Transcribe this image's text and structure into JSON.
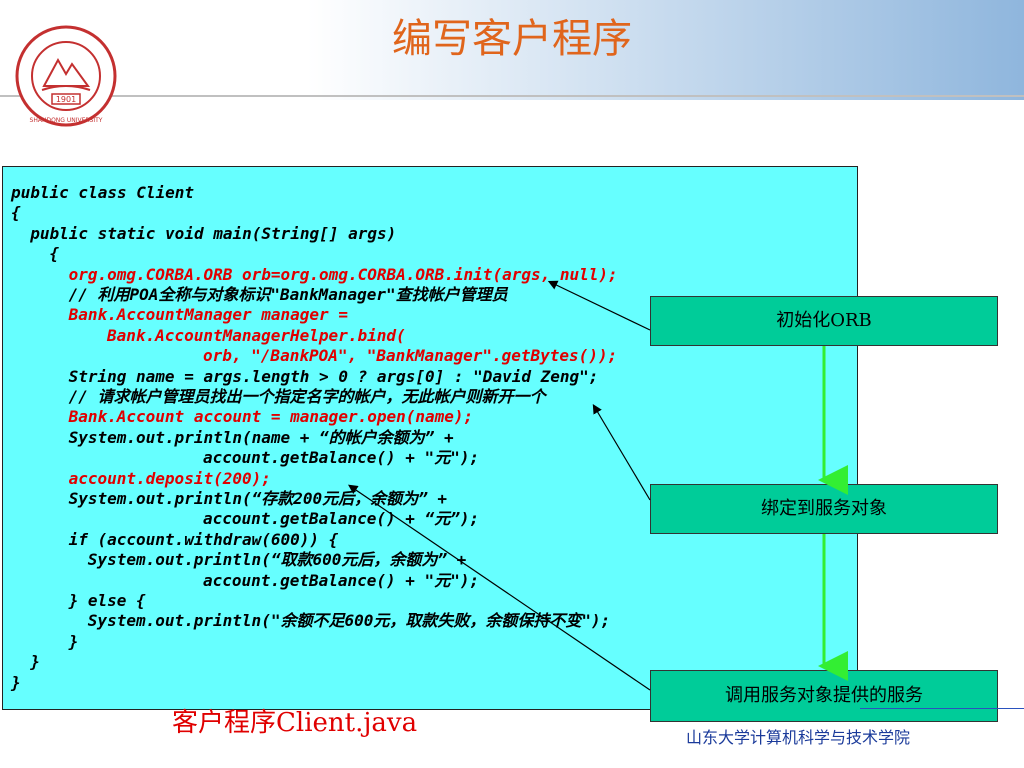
{
  "title": "编写客户程序",
  "logo": {
    "text": "1901",
    "ring_text": "SHANDONG UNIVERSITY"
  },
  "code": [
    {
      "text": "public class Client",
      "indent": 0,
      "red": false
    },
    {
      "text": "{",
      "indent": 0,
      "red": false
    },
    {
      "text": "public static void main(String[] args)",
      "indent": 2,
      "red": false
    },
    {
      "text": "{",
      "indent": 4,
      "red": false
    },
    {
      "text": "org.omg.CORBA.ORB orb=org.omg.CORBA.ORB.init(args, null);",
      "indent": 6,
      "red": true
    },
    {
      "text": "// 利用POA全称与对象标识\"BankManager\"查找帐户管理员",
      "indent": 6,
      "red": false
    },
    {
      "text": "Bank.AccountManager manager =",
      "indent": 6,
      "red": true
    },
    {
      "text": "Bank.AccountManagerHelper.bind(",
      "indent": 10,
      "red": true
    },
    {
      "text": "orb, \"/BankPOA\", \"BankManager\".getBytes());",
      "indent": 20,
      "red": true
    },
    {
      "text": "String name = args.length > 0 ? args[0] : \"David Zeng\";",
      "indent": 6,
      "red": false
    },
    {
      "text": "// 请求帐户管理员找出一个指定名字的帐户，无此帐户则新开一个",
      "indent": 6,
      "red": false
    },
    {
      "text": "Bank.Account account = manager.open(name);",
      "indent": 6,
      "red": true
    },
    {
      "text": "System.out.println(name + “的帐户余额为” +",
      "indent": 6,
      "red": false
    },
    {
      "text": "account.getBalance() + \"元\");",
      "indent": 20,
      "red": false
    },
    {
      "text": "account.deposit(200);",
      "indent": 6,
      "red": true
    },
    {
      "text": "System.out.println(“存款200元后，余额为” +",
      "indent": 6,
      "red": false
    },
    {
      "text": "account.getBalance() + “元”);",
      "indent": 20,
      "red": false
    },
    {
      "text": "if (account.withdraw(600)) {",
      "indent": 6,
      "red": false
    },
    {
      "text": "System.out.println(“取款600元后，余额为” +",
      "indent": 8,
      "red": false
    },
    {
      "text": "account.getBalance() + \"元\");",
      "indent": 20,
      "red": false
    },
    {
      "text": "} else {",
      "indent": 6,
      "red": false
    },
    {
      "text": "System.out.println(\"余额不足600元，取款失败，余额保持不变\");",
      "indent": 8,
      "red": false
    },
    {
      "text": "}",
      "indent": 6,
      "red": false
    },
    {
      "text": "}",
      "indent": 2,
      "red": false
    },
    {
      "text": "}",
      "indent": 0,
      "red": false
    }
  ],
  "callouts": {
    "init_orb": "初始化ORB",
    "bind": "绑定到服务对象",
    "invoke": "调用服务对象提供的服务"
  },
  "caption": "客户程序Client.java",
  "footer": "山东大学计算机科学与技术学院",
  "colors": {
    "title": "#e0651c",
    "code_bg": "#66ffff",
    "code_highlight": "#e00000",
    "callout_bg": "#00cc99",
    "arrow_green": "#33ee33",
    "footer": "#1a3a9a"
  }
}
